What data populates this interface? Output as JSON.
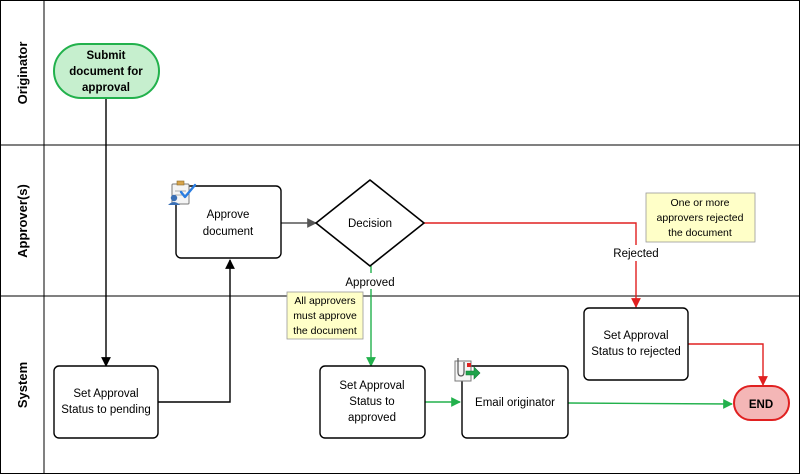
{
  "lanes": [
    {
      "id": "originator",
      "label": "Originator"
    },
    {
      "id": "approvers",
      "label": "Approver(s)"
    },
    {
      "id": "system",
      "label": "System"
    }
  ],
  "nodes": {
    "submit": {
      "lines": [
        "Submit",
        "document for",
        "approval"
      ]
    },
    "approve": {
      "lines": [
        "Approve",
        "document"
      ]
    },
    "decision": {
      "lines": [
        "Decision"
      ]
    },
    "pending": {
      "lines": [
        "Set Approval",
        "Status to pending"
      ]
    },
    "approved": {
      "lines": [
        "Set Approval",
        "Status to",
        "approved"
      ]
    },
    "email": {
      "lines": [
        "Email originator"
      ]
    },
    "rejected": {
      "lines": [
        "Set Approval",
        "Status to rejected"
      ]
    },
    "end": {
      "lines": [
        "END"
      ]
    }
  },
  "edge_labels": {
    "approved": "Approved",
    "rejected": "Rejected"
  },
  "notes": {
    "all_approve": [
      "All approvers",
      "must approve",
      "the document"
    ],
    "one_reject": [
      "One or more",
      "approvers rejected",
      "the document"
    ]
  },
  "colors": {
    "start_fill": "#c6efce",
    "start_stroke": "#22b14c",
    "end_fill": "#f4b6b6",
    "end_stroke": "#e02020",
    "note_fill": "#ffffc8",
    "approved_edge": "#22b14c",
    "rejected_edge": "#e02020",
    "default_edge": "#000000",
    "neutral_edge": "#555555"
  },
  "icons": {
    "approve": "approver-checklist-icon",
    "email": "email-attachment-icon"
  }
}
